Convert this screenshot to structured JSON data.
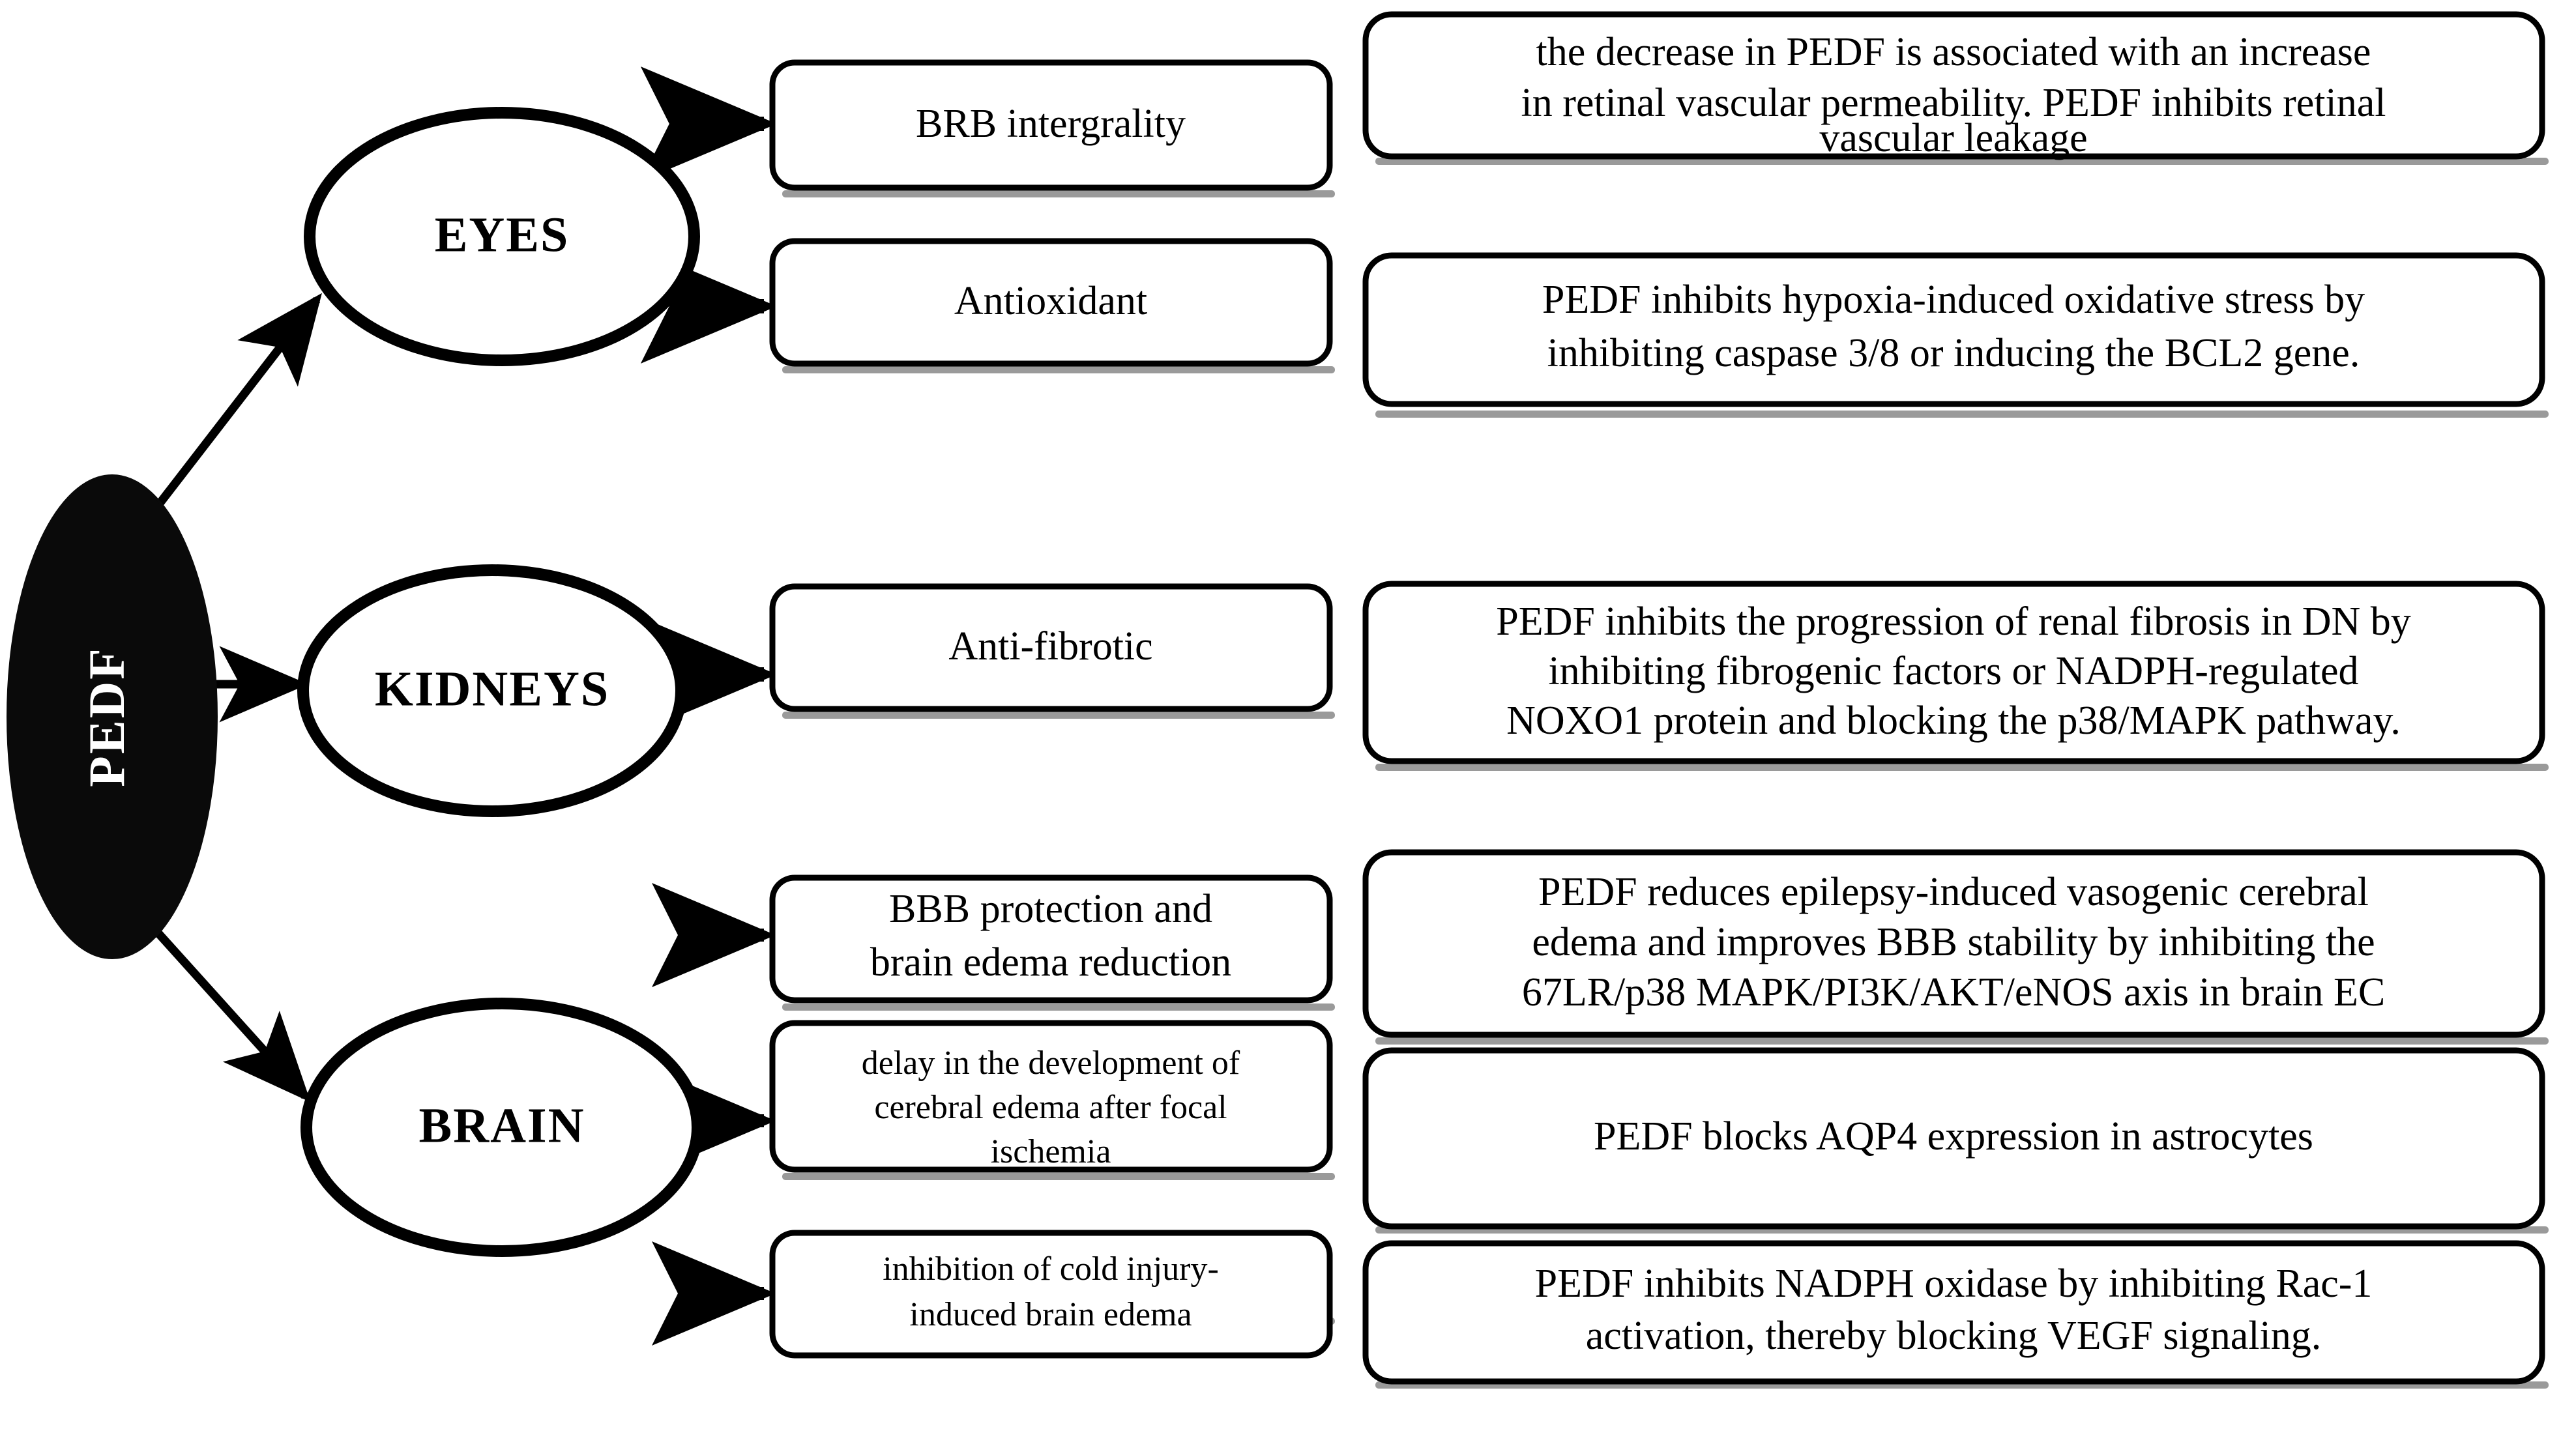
{
  "diagram": {
    "title": "PEDF organ-specific functions",
    "root": {
      "label": "PEDF",
      "shape": "filled-ellipse",
      "fill_color": "#0a0a0a",
      "text_color": "#ffffff"
    },
    "branches": [
      {
        "organ": "EYES",
        "functions": [
          {
            "label": "BRB intergrality",
            "description": "the decrease in PEDF is associated with an increase in retinal vascular permeability. PEDF inhibits retinal vascular leakage"
          },
          {
            "label": "Antioxidant",
            "description": "PEDF inhibits hypoxia-induced oxidative stress by inhibiting caspase 3/8 or inducing the BCL2 gene."
          }
        ]
      },
      {
        "organ": "KIDNEYS",
        "functions": [
          {
            "label": "Anti-fibrotic",
            "description": "PEDF inhibits the progression of renal fibrosis in DN by inhibiting fibrogenic factors or NADPH-regulated NOXO1 protein and blocking the p38/MAPK pathway."
          }
        ]
      },
      {
        "organ": "BRAIN",
        "functions": [
          {
            "label": "BBB protection and brain edema reduction",
            "description": "PEDF reduces epilepsy-induced vasogenic cerebral edema and improves BBB stability by inhibiting the 67LR/p38 MAPK/PI3K/AKT/eNOS axis in brain EC"
          },
          {
            "label": "delay in the development of cerebral edema after focal ischemia",
            "description": "PEDF blocks AQP4 expression in astrocytes"
          },
          {
            "label": "inhibition of cold injury-induced brain edema",
            "description": "PEDF inhibits NADPH oxidase by inhibiting Rac-1 activation, thereby blocking VEGF signaling."
          }
        ]
      }
    ],
    "function_lines": {
      "brb": [
        "BRB intergrality"
      ],
      "antiox": [
        "Antioxidant"
      ],
      "antifib": [
        "Anti-fibrotic"
      ],
      "bbb": [
        "BBB protection and",
        "brain edema reduction"
      ],
      "delay": [
        "delay in the development of",
        "cerebral edema after focal",
        "ischemia"
      ],
      "cold": [
        "inhibition of cold injury-",
        "induced brain edema"
      ]
    },
    "description_lines": {
      "eyes_brb": [
        "the decrease in PEDF is associated with an increase",
        "in retinal vascular permeability. PEDF inhibits retinal",
        "vascular leakage"
      ],
      "eyes_antiox": [
        "PEDF inhibits hypoxia-induced oxidative stress by",
        "inhibiting caspase 3/8 or inducing the BCL2 gene."
      ],
      "kidney_antifib": [
        "PEDF inhibits the progression of renal fibrosis in DN by",
        "inhibiting fibrogenic factors or NADPH-regulated",
        "NOXO1 protein and blocking the p38/MAPK pathway."
      ],
      "brain_bbb": [
        "PEDF reduces epilepsy-induced vasogenic cerebral",
        "edema and improves BBB stability by inhibiting the",
        "67LR/p38 MAPK/PI3K/AKT/eNOS axis in brain EC"
      ],
      "brain_delay": [
        "PEDF blocks AQP4 expression in astrocytes"
      ],
      "brain_cold": [
        "PEDF inhibits NADPH oxidase by inhibiting Rac-1",
        "activation, thereby blocking VEGF signaling."
      ]
    },
    "colors": {
      "stroke": "#000000",
      "fill": "#ffffff",
      "root_fill": "#0a0a0a",
      "shadow": "#9a9a9a"
    }
  }
}
